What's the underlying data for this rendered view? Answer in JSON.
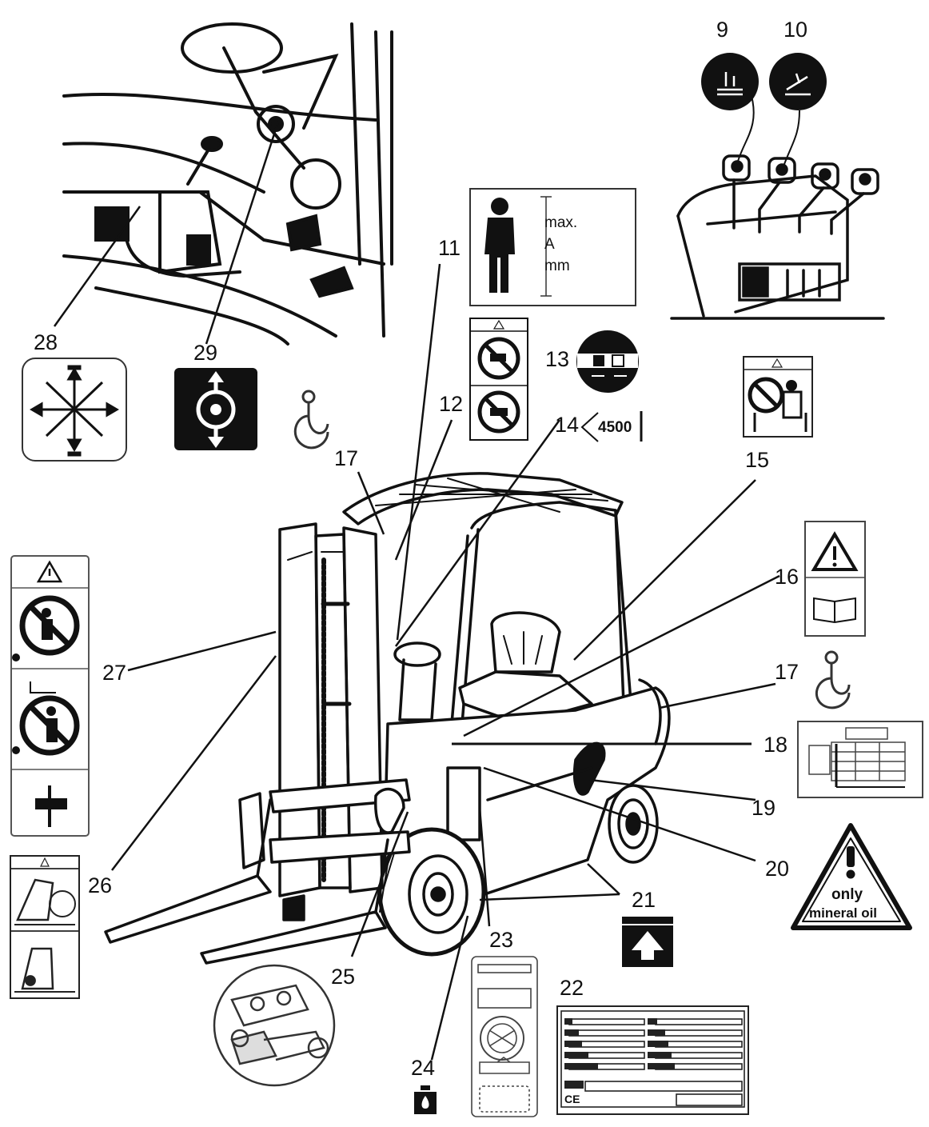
{
  "labels": {
    "n9": "9",
    "n10": "10",
    "n11": "11",
    "n12": "12",
    "n13": "13",
    "n14": "14",
    "n15": "15",
    "n16": "16",
    "n17a": "17",
    "n17b": "17",
    "n18": "18",
    "n19": "19",
    "n20": "20",
    "n21": "21",
    "n22": "22",
    "n23": "23",
    "n24": "24",
    "n25": "25",
    "n26": "26",
    "n27": "27",
    "n28": "28",
    "n29": "29"
  },
  "height_sign": {
    "line1": "max.",
    "line2": "A",
    "line3": "mm"
  },
  "load_sign": {
    "value": "4500"
  },
  "oil_sign": {
    "line1": "only",
    "line2": "mineral oil"
  },
  "plate": {
    "ce": "CE"
  },
  "icons": [
    "steering-wheel-icon",
    "joystick-icon",
    "lift-lever-icon",
    "tilt-lever-icon",
    "no-standing-under-forks-icon",
    "no-passenger-icon",
    "seat-belt-icon",
    "crane-hook-icon",
    "warning-triangle-icon",
    "manual-book-icon",
    "hand-crush-icon",
    "tip-over-warning-icon",
    "hydraulic-oil-icon",
    "jacking-point-icon",
    "capacity-chart-icon"
  ],
  "colors": {
    "ink": "#111111",
    "sign_black": "#111111",
    "paper": "#ffffff"
  }
}
